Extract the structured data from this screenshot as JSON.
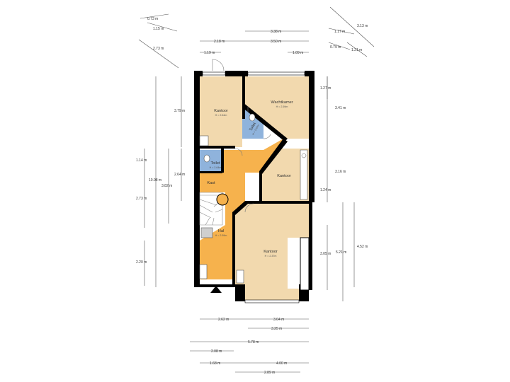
{
  "rooms": {
    "kantoor_top_left": {
      "name": "Kantoor",
      "height": "H = 2.64m"
    },
    "woonkamer": {
      "name": "Wachtkamer",
      "height": "H = 2.59m"
    },
    "toilet_top": {
      "name": "Toilet",
      "height": "H = 2.64m"
    },
    "toilet_left": {
      "name": "Toilet",
      "height": "H = 2.64m"
    },
    "kantoor_middle": {
      "name": "Kantoor"
    },
    "kast": {
      "name": "Kast"
    },
    "hal": {
      "name": "Hal",
      "height": "H = 2.59m"
    },
    "kantoor_bottom": {
      "name": "Kantoor",
      "height": "H = 2.37m"
    }
  },
  "dims": {
    "d073": "0.73 m",
    "d115": "1.15 m",
    "d273a": "2.73 m",
    "d338": "3.38 m",
    "d218": "2.18 m",
    "d350": "3.50 m",
    "d119": "1.19 m",
    "d109": "1.09 m",
    "d313": "3.13 m",
    "d117": "1.17 m",
    "d079": "0.79 m",
    "d121": "1.21 m",
    "d127": "1.27 m",
    "d341": "3.41 m",
    "d316": "3.16 m",
    "d124": "1.24 m",
    "d452": "4.52 m",
    "d521": "5.21 m",
    "d305": "3.05 m",
    "d379": "3.79 m",
    "d1098": "10.98 m",
    "d114": "1.14 m",
    "d264": "2.64 m",
    "d382": "3.82 m",
    "d273b": "2.73 m",
    "d220": "2.20 m",
    "d262": "2.62 m",
    "d304": "3.04 m",
    "d325": "3.25 m",
    "d578": "5.78 m",
    "d208": "2.08 m",
    "d168": "1.68 m",
    "d400": "4.00 m",
    "d289": "2.89 m"
  },
  "colors": {
    "room_fill": "#f2d9ae",
    "hall_fill": "#f6b24d",
    "toilet_fill": "#8fb3dc",
    "storage_fill": "#cfcfcf",
    "wall": "#000000"
  }
}
